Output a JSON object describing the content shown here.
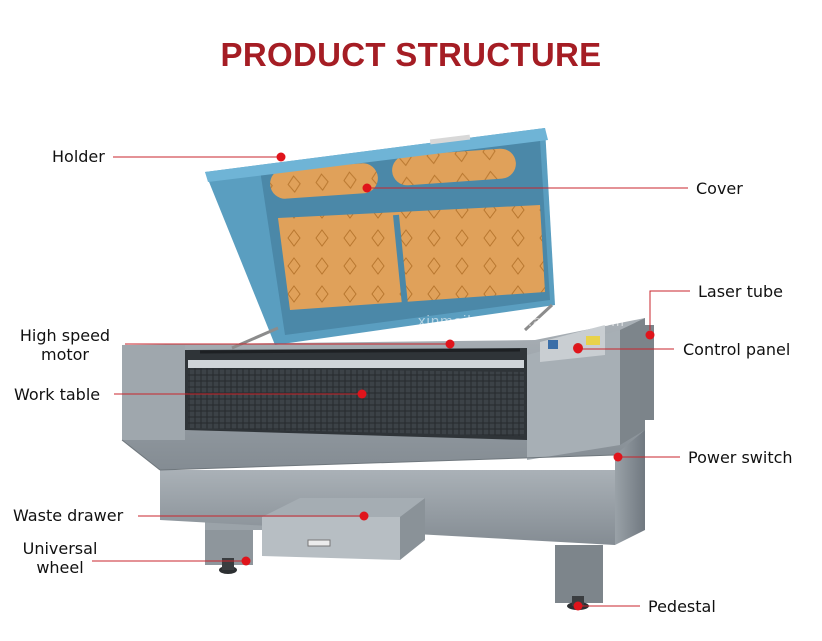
{
  "title": "PRODUCT STRUCTURE",
  "watermark": "xinmeilaser.en.alibaba.com",
  "colors": {
    "accent": "#a51d24",
    "leader": "#c9252c",
    "dot": "#e0141b",
    "body": "#8f979e",
    "lid": "#5a9ec0",
    "panel": "#e0a15a"
  },
  "callouts": {
    "holder": "Holder",
    "cover": "Cover",
    "laser_tube": "Laser tube",
    "high_speed_motor_1": "High speed",
    "high_speed_motor_2": "motor",
    "control_panel": "Control panel",
    "work_table": "Work table",
    "power_switch": "Power switch",
    "waste_drawer": "Waste drawer",
    "universal_wheel_1": "Universal",
    "universal_wheel_2": "wheel",
    "pedestal": "Pedestal"
  }
}
